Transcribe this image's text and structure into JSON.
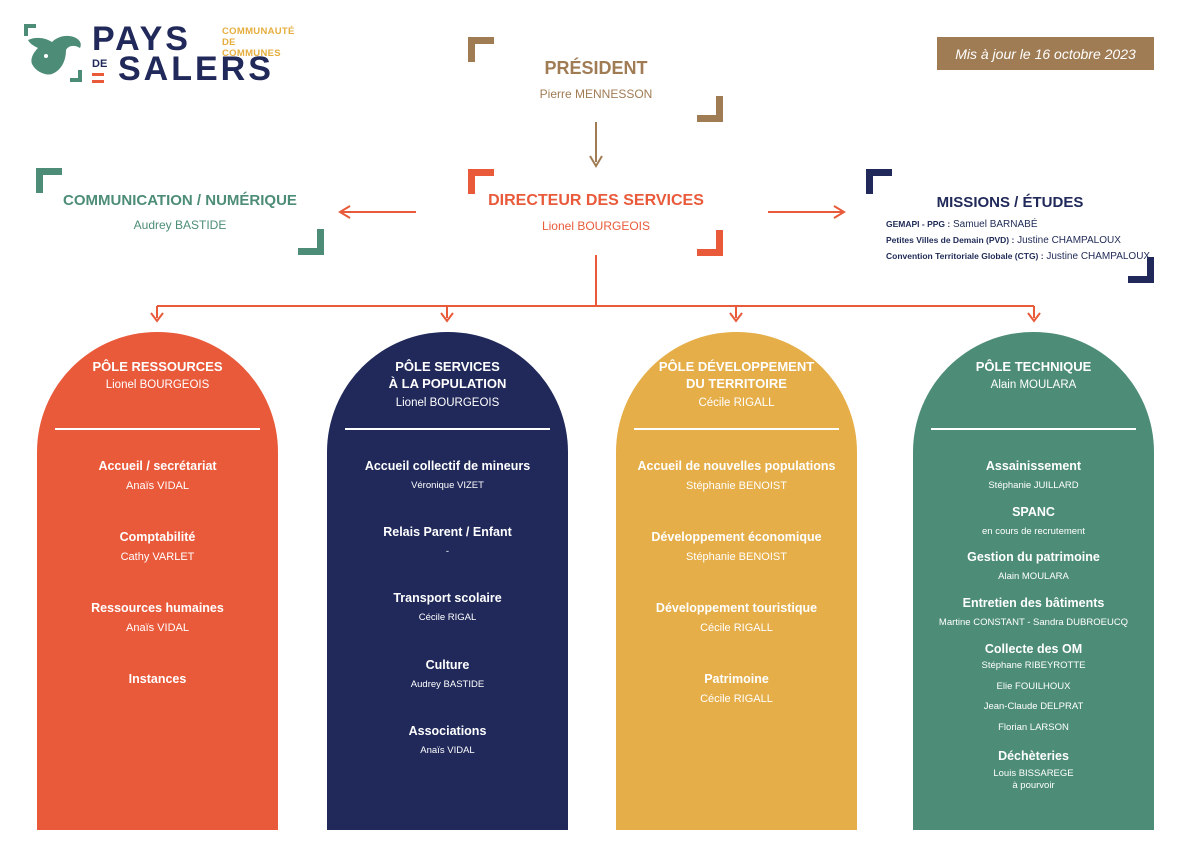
{
  "logo": {
    "word1": "PAYS",
    "word_de": "DE",
    "word2": "SALERS",
    "cc_line1": "COMMUNAUTÉ",
    "cc_line2": "DE COMMUNES",
    "icon": "bull-head-icon"
  },
  "date_badge": "Mis à jour le 16 octobre 2023",
  "president": {
    "title": "PRÉSIDENT",
    "name": "Pierre MENNESSON"
  },
  "directeur": {
    "title": "DIRECTEUR DES SERVICES",
    "name": "Lionel BOURGEOIS"
  },
  "communication": {
    "title": "COMMUNICATION / NUMÉRIQUE",
    "name": "Audrey BASTIDE"
  },
  "missions": {
    "title": "MISSIONS / ÉTUDES",
    "lines": [
      {
        "label": "GEMAPI - PPG :",
        "value": " Samuel BARNABÉ"
      },
      {
        "label": "Petites Villes de Demain (PVD) :",
        "value": " Justine CHAMPALOUX"
      },
      {
        "label": "Convention Territoriale Globale (CTG) :",
        "value": " Justine CHAMPALOUX"
      }
    ]
  },
  "colors": {
    "orange": "#e95a3b",
    "navy": "#20295a",
    "yellow": "#e5ae48",
    "green": "#4d8d77",
    "brown": "#a07c54"
  },
  "poles": [
    {
      "title": "PÔLE RESSOURCES",
      "lead": "Lionel BOURGEOIS",
      "services": [
        {
          "name": "Accueil / secrétariat",
          "person": "Anaïs VIDAL"
        },
        {
          "name": "Comptabilité",
          "person": "Cathy VARLET"
        },
        {
          "name": "Ressources humaines",
          "person": "Anaïs VIDAL"
        },
        {
          "name": "Instances",
          "person": ""
        }
      ]
    },
    {
      "title": "PÔLE SERVICES\nÀ LA POPULATION",
      "lead": "Lionel BOURGEOIS",
      "services": [
        {
          "name": "Accueil collectif de mineurs",
          "person": "Véronique VIZET"
        },
        {
          "name": "Relais Parent /  Enfant",
          "person": "-"
        },
        {
          "name": "Transport scolaire",
          "person": "Cécile RIGAL"
        },
        {
          "name": "Culture",
          "person": "Audrey BASTIDE"
        },
        {
          "name": "Associations",
          "person": "Anaïs VIDAL"
        }
      ]
    },
    {
      "title": "PÔLE DÉVELOPPEMENT\nDU TERRITOIRE",
      "lead": "Cécile RIGALL",
      "services": [
        {
          "name": "Accueil de nouvelles populations",
          "person": "Stéphanie BENOIST"
        },
        {
          "name": "Développement économique",
          "person": "Stéphanie BENOIST"
        },
        {
          "name": "Développement touristique",
          "person": "Cécile RIGALL"
        },
        {
          "name": "Patrimoine",
          "person": "Cécile RIGALL"
        }
      ]
    },
    {
      "title": "PÔLE TECHNIQUE",
      "lead": "Alain MOULARA",
      "services": [
        {
          "name": "Assainissement",
          "person": "Stéphanie JUILLARD"
        },
        {
          "name": "SPANC",
          "person": "en cours de recrutement"
        },
        {
          "name": "Gestion du patrimoine",
          "person": "Alain MOULARA"
        },
        {
          "name": "Entretien des bâtiments",
          "person": "Martine CONSTANT - Sandra DUBROEUCQ"
        },
        {
          "name": "Collecte des OM",
          "person": "Stéphane RIBEYROTTE\n\nElie FOUILHOUX\n\nJean-Claude DELPRAT\n\nFlorian LARSON"
        },
        {
          "name": "Déchèteries",
          "person": "Louis BISSAREGE\nà pourvoir"
        }
      ]
    }
  ]
}
